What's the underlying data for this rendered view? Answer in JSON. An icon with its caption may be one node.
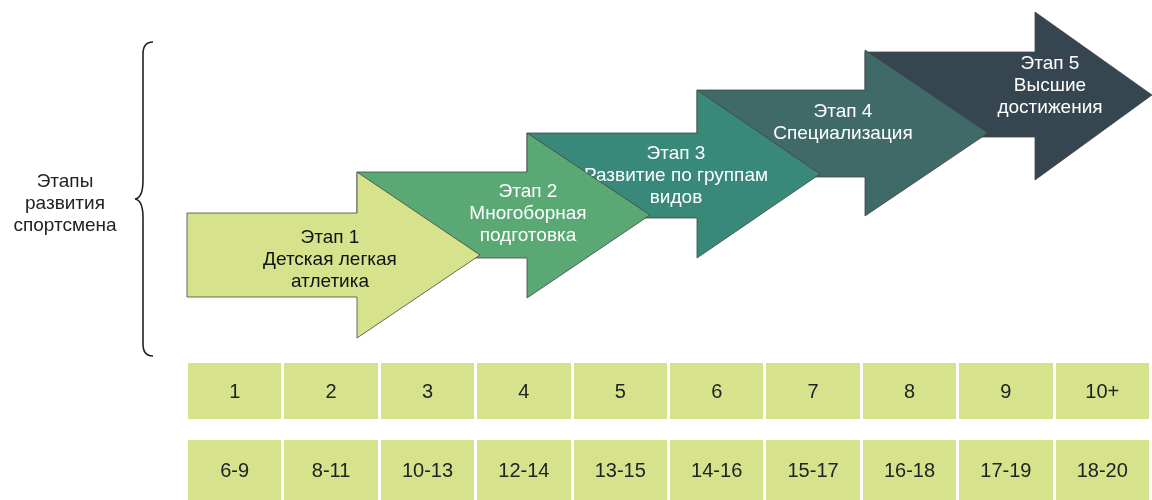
{
  "diagram": {
    "nodes": [
      {
        "text": [
          "Этап 1",
          "Детская легкая атлетика"
        ]
      },
      {
        "text": [
          "Этап 2",
          "Многоборная подготовка"
        ]
      },
      {
        "text": [
          "Этап 3",
          "Развитие по группам видов"
        ]
      },
      {
        "text": [
          "Этап 4",
          "Специализация"
        ]
      },
      {
        "text": [
          "Этап 5",
          "Высшие достижения"
        ]
      }
    ],
    "edges": [],
    "labels": [
      "Этапы развития спортсмена",
      "1",
      "2",
      "3",
      "4",
      "5",
      "6",
      "7",
      "8",
      "9",
      "10+",
      "6-9",
      "8-11",
      "10-13",
      "12-14",
      "13-15",
      "14-16",
      "15-17",
      "16-18",
      "17-19",
      "18-20"
    ]
  }
}
